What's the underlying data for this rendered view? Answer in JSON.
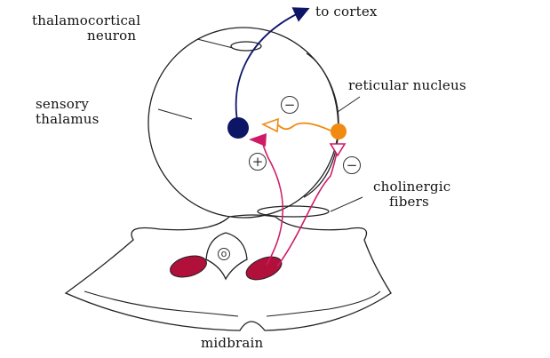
{
  "labels": {
    "thalamocortical_line1": "thalamocortical",
    "thalamocortical_line2": "neuron",
    "to_cortex": "to cortex",
    "sensory_line1": "sensory",
    "sensory_line2": "thalamus",
    "reticular_nucleus": "reticular nucleus",
    "cholinergic_line1": "cholinergic",
    "cholinergic_line2": "fibers",
    "midbrain": "midbrain"
  },
  "signs": {
    "inhibitory_top": "−",
    "excitatory": "+",
    "inhibitory_right": "−",
    "midbrain_center": "o"
  },
  "colors": {
    "thalamocortical_neuron": "#0d1566",
    "reticular_neuron": "#f08a10",
    "cholinergic_fiber": "#d01a66",
    "midbrain_nuclei": "#b0103a",
    "outline": "#222222"
  }
}
